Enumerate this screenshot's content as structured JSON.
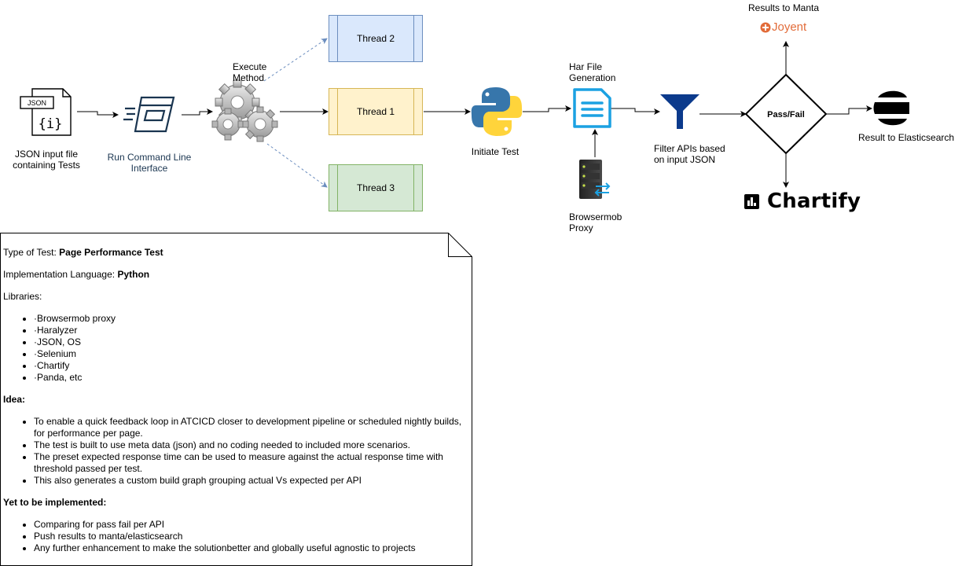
{
  "nodes": {
    "json_icon_label": "JSON",
    "json_icon_glyph": "{i}",
    "json_input": [
      "JSON input file",
      "containing Tests"
    ],
    "cli": [
      "Run Command Line",
      "Interface"
    ],
    "execute": [
      "Execute",
      "Method"
    ],
    "thread2": "Thread 2",
    "thread1": "Thread 1",
    "thread3": "Thread 3",
    "initiate": "Initiate Test",
    "har": [
      "Har File",
      "Generation"
    ],
    "browsermob": [
      "Browsermob",
      "Proxy"
    ],
    "filter": [
      "Filter APIs based",
      "on input JSON"
    ],
    "decision": "Pass/Fail",
    "manta_label": "Results to Manta",
    "joyent": "Joyent",
    "elastic_label": "Result to Elasticsearch",
    "chartify": "Chartify"
  },
  "note": {
    "type_label": "Type of Test: ",
    "type_value": "Page Performance Test",
    "lang_label": "Implementation Language: ",
    "lang_value": "Python",
    "libraries_label": "Libraries:",
    "libraries": [
      "·Browsermob proxy",
      "·Haralyzer",
      "·JSON, OS",
      "·Selenium",
      "·Chartify",
      "·Panda, etc"
    ],
    "idea_label": "Idea:",
    "ideas": [
      "To enable a quick feedback loop in ATCICD closer to development pipeline or scheduled nightly builds, for performance per page.",
      "The test is built to use meta data (json) and no coding needed to included more scenarios.",
      "The preset expected response time can be used to measure against the actual response time with threshold passed per test.",
      "This also generates a custom build graph grouping actual Vs expected per API"
    ],
    "todo_label": "Yet to be implemented:",
    "todos": [
      "Comparing for pass fail per API",
      "Push results to manta/elasticsearch",
      "Any further enhancement to make the solutionbetter and globally useful agnostic to projects"
    ]
  },
  "colors": {
    "thread2_fill": "#dae8fc",
    "thread2_stroke": "#6c8ebf",
    "thread1_fill": "#fff2cc",
    "thread1_stroke": "#d6b656",
    "thread3_fill": "#d5e8d4",
    "thread3_stroke": "#82b366",
    "har_icon": "#1ba1e2",
    "funnel": "#0b3a8c",
    "joyent": "#e26c3a",
    "python_blue": "#3776ab",
    "python_yellow": "#ffd43b"
  },
  "icons": [
    "json-file-icon",
    "cli-window-icon",
    "gears-icon",
    "python-logo-icon",
    "document-icon",
    "server-icon",
    "funnel-icon",
    "joyent-logo-icon",
    "elasticsearch-logo-icon",
    "chartify-logo-icon"
  ]
}
